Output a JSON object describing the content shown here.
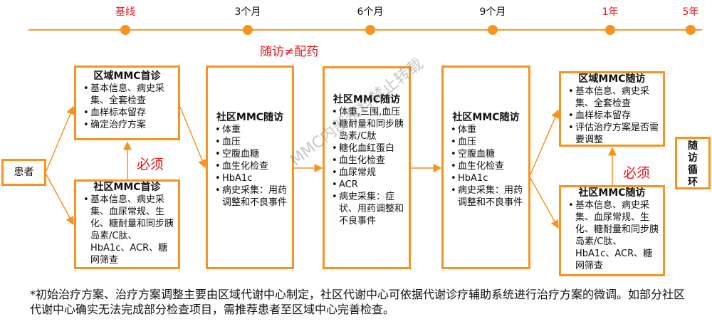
{
  "timeline": [
    {
      "label": "基线",
      "red": true
    },
    {
      "label": "3个月",
      "red": false
    },
    {
      "label": "6个月",
      "red": false
    },
    {
      "label": "9个月",
      "red": false
    },
    {
      "label": "1年",
      "red": true
    },
    {
      "label": "5年",
      "red": true
    }
  ],
  "note": "随访≠配药",
  "patient": "患者",
  "must": "必须",
  "boxes": {
    "regional_first": {
      "title": "区域MMC首诊",
      "items": [
        "基本信息、病史采集、全套检查",
        "血样标本留存",
        "确定治疗方案"
      ]
    },
    "community_first": {
      "title": "社区MMC首诊",
      "items": [
        "基本信息、病史采集、血尿常规、生化、糖耐量和同步胰岛素/C肽、HbA1c、ACR、糖网筛查"
      ]
    },
    "follow3": {
      "title": "社区MMC随访",
      "items": [
        "体重",
        "血压",
        "空腹血糖",
        "血生化检查",
        "HbA1c",
        "病史采集：用药调整和不良事件"
      ]
    },
    "follow6": {
      "title": "社区MMC随访",
      "items": [
        "体重,三围,血压",
        "糖耐量和同步胰岛素/C肽",
        "糖化血红蛋白",
        "血生化检查",
        "血尿常规",
        "ACR",
        "病史采集：症状、用药调整和不良事件"
      ]
    },
    "follow9": {
      "title": "社区MMC随访",
      "items": [
        "体重",
        "血压",
        "空腹血糖",
        "血生化检查",
        "HbA1c",
        "病史采集：用药调整和不良事件"
      ]
    },
    "regional_follow": {
      "title": "区域MMC随访",
      "items": [
        "基本信息、病史采集、全套检查",
        "血样标本留存",
        "评估治疗方案是否需要调整"
      ]
    },
    "community_follow": {
      "title": "社区MMC随访",
      "items": [
        "基本信息、病史采集、血尿常规、生化、糖耐量和同步胰岛素/C肽、HbA1c、ACR、糖网筛查"
      ]
    }
  },
  "cycle": "随访循环",
  "watermark": "MMC内部资料禁止转载",
  "footnote": "*初始治疗方案、治疗方案调整主要由区域代谢中心制定，社区代谢中心可依据代谢诊疗辅助系统进行治疗方案的微调。如部分社区代谢中心确实无法完成部分检查项目，需推荐患者至区域中心完善检查。",
  "colors": {
    "accent": "#f7931e",
    "red": "#e8141b"
  }
}
